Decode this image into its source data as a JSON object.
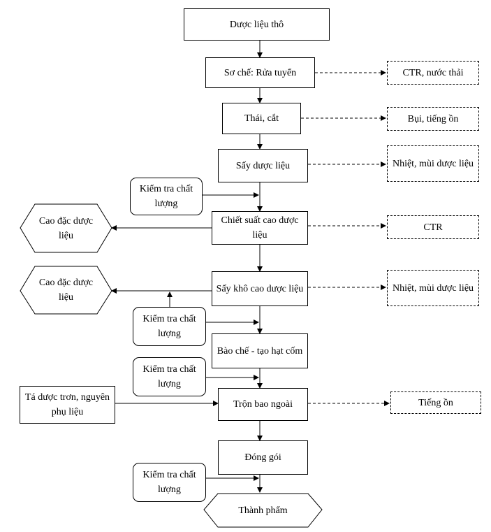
{
  "nodes": {
    "raw_material": "Dược liệu thô",
    "preprocess": "Sơ chế: Rửa tuyển",
    "cutting": "Thái, cắt",
    "drying": "Sấy dược liệu",
    "extraction": "Chiết suất cao dược liệu",
    "dry_extract": "Sấy khô cao dược liệu",
    "granulation": "Bào chế - tạo hạt cốm",
    "coating": "Trộn bao ngoài",
    "packaging": "Đóng gói",
    "finished": "Thành phẩm"
  },
  "outputs": {
    "preprocess_out": "CTR, nước thải",
    "cutting_out": "Bụi, tiếng ồn",
    "drying_out": "Nhiệt, mùi dược liệu",
    "extraction_out": "CTR",
    "dry_extract_out": "Nhiệt, mùi dược liệu",
    "coating_out": "Tiếng ồn"
  },
  "quality_check": "Kiểm tra chất lượng",
  "products": {
    "extract_1": "Cao đặc dược liệu",
    "extract_2": "Cao đặc dược liệu"
  },
  "inputs": {
    "excipients": "Tá dược trơn, nguyên phụ liệu"
  }
}
